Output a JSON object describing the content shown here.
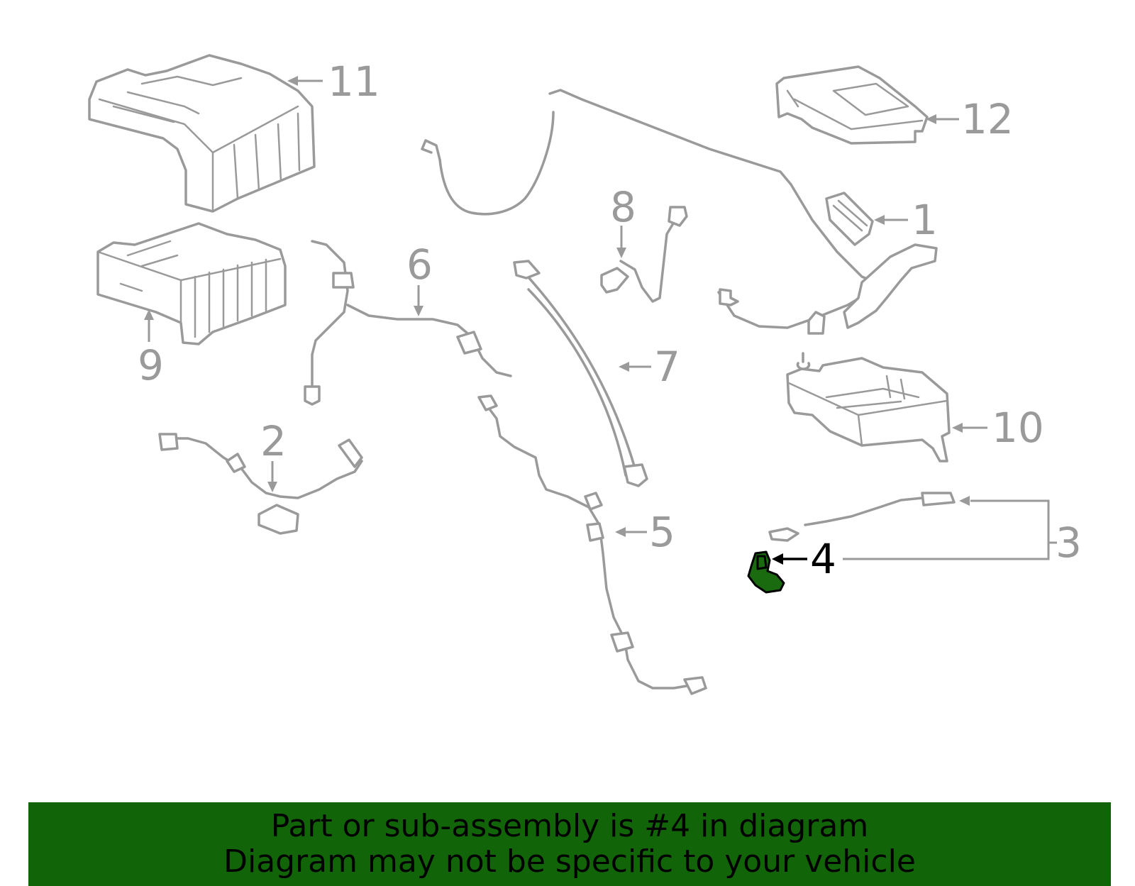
{
  "callouts": {
    "c1": "1",
    "c2": "2",
    "c3": "3",
    "c4": "4",
    "c5": "5",
    "c6": "6",
    "c7": "7",
    "c8": "8",
    "c9": "9",
    "c10": "10",
    "c11": "11",
    "c12": "12"
  },
  "highlighted_part": "4",
  "banner": {
    "line1": "Part or sub-assembly is #4 in diagram",
    "line2": "Diagram may not be specific to your vehicle"
  },
  "colors": {
    "part_line": "#9a9a9a",
    "highlight_fill": "#1a6b10",
    "banner_bg": "#126408",
    "banner_text": "#000000"
  }
}
